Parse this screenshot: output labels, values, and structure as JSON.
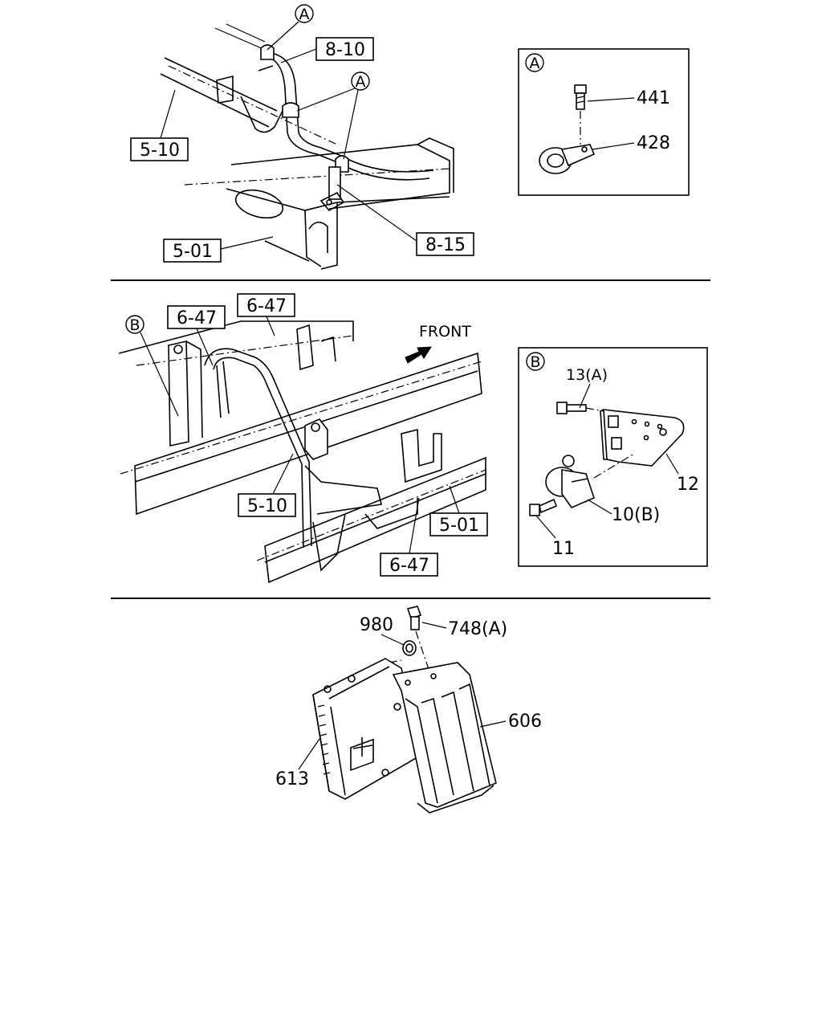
{
  "diagram": {
    "top_section": {
      "callouts": [
        "A",
        "A",
        "A"
      ],
      "boxed_labels": [
        "8-10",
        "5-10",
        "8-15",
        "5-01"
      ],
      "detail_A": {
        "marker": "A",
        "parts": [
          "441",
          "428"
        ]
      }
    },
    "middle_section": {
      "callouts": [
        "B"
      ],
      "boxed_labels": [
        "6-47",
        "6-47",
        "5-10",
        "5-01",
        "6-47"
      ],
      "direction": "FRONT",
      "detail_B": {
        "marker": "B",
        "parts": [
          "13(A)",
          "12",
          "10(B)",
          "11"
        ]
      }
    },
    "bottom_section": {
      "parts": [
        "980",
        "748(A)",
        "606",
        "613"
      ]
    }
  }
}
